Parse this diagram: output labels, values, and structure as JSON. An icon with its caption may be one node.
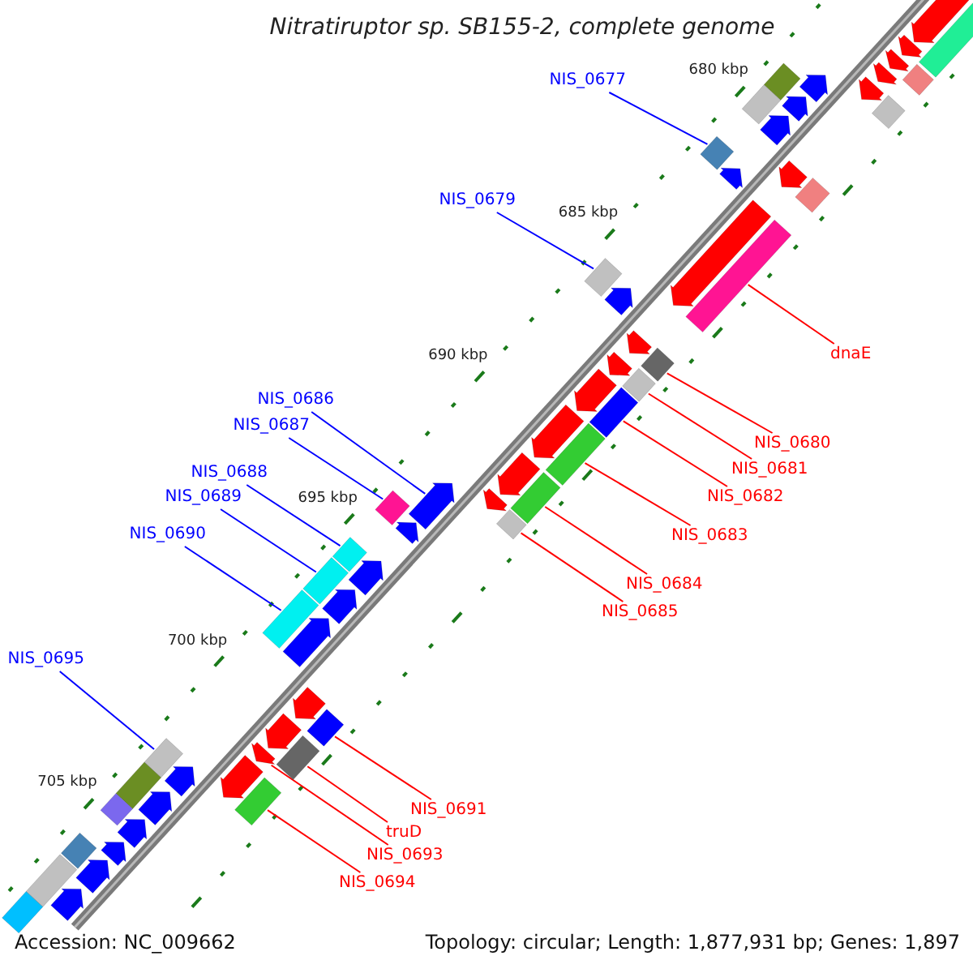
{
  "diagram": {
    "title": "Nitratiruptor sp. SB155-2, complete genome",
    "nodes": [
      {
        "text": [
          "NIS_0677"
        ]
      },
      {
        "text": [],
        "shape": "diamond"
      },
      {
        "text": [
          "NIS_0679"
        ]
      },
      {
        "text": [],
        "shape": "diamond"
      },
      {
        "text": [
          "dnaE"
        ]
      },
      {
        "text": [],
        "shape": "box"
      },
      {
        "text": [
          "NIS_0680"
        ]
      },
      {
        "text": [],
        "shape": "diamond"
      },
      {
        "text": [
          "NIS_0681"
        ]
      },
      {
        "text": [],
        "shape": "diamond"
      },
      {
        "text": [
          "NIS_0682"
        ]
      },
      {
        "text": [],
        "shape": "box"
      },
      {
        "text": [
          "NIS_0686"
        ]
      },
      {
        "text": [],
        "shape": "pentagon"
      },
      {
        "text": [
          "NIS_0687"
        ]
      },
      {
        "text": [],
        "shape": "diamond"
      },
      {
        "text": [
          "NIS_0688"
        ]
      },
      {
        "text": [],
        "shape": "diamond"
      },
      {
        "text": [
          "NIS_0689"
        ]
      },
      {
        "text": [],
        "shape": "box"
      },
      {
        "text": [
          "NIS_0683"
        ]
      },
      {
        "text": [],
        "shape": "box"
      },
      {
        "text": [
          "NIS_0690"
        ]
      },
      {
        "text": [],
        "shape": "box"
      },
      {
        "text": [
          "NIS_0684"
        ]
      },
      {
        "text": [],
        "shape": "box"
      },
      {
        "text": [
          "NIS_0685"
        ]
      },
      {
        "text": [],
        "shape": "diamond"
      },
      {
        "text": [
          "NIS_0695"
        ]
      },
      {
        "text": [],
        "shape": "diamond"
      },
      {
        "text": [
          "NIS_0691"
        ]
      },
      {
        "text": [],
        "shape": "diamond"
      },
      {
        "text": [
          "truD"
        ]
      },
      {
        "text": [],
        "shape": "box"
      },
      {
        "text": [
          "NIS_0693"
        ]
      },
      {
        "text": [],
        "shape": "pentagon"
      },
      {
        "text": [
          "NIS_0694"
        ]
      },
      {
        "text": [],
        "shape": "box"
      },
      {
        "text": [],
        "shape": "pentagon"
      },
      {
        "text": [],
        "shape": "pentagon"
      },
      {
        "text": [],
        "shape": "pentagon"
      },
      {
        "text": [],
        "shape": "pentagon"
      },
      {
        "text": [],
        "shape": "pentagon"
      },
      {
        "text": [],
        "shape": "pentagon"
      },
      {
        "text": [],
        "shape": "pentagon"
      },
      {
        "text": [],
        "shape": "pentagon"
      },
      {
        "text": [],
        "shape": "pentagon"
      },
      {
        "text": [],
        "shape": "pentagon"
      },
      {
        "text": [],
        "shape": "pentagon"
      },
      {
        "text": [],
        "shape": "pentagon"
      },
      {
        "text": [],
        "shape": "pentagon"
      },
      {
        "text": [],
        "shape": "pentagon"
      },
      {
        "text": [],
        "shape": "pentagon"
      },
      {
        "text": [],
        "shape": "diamond"
      },
      {
        "text": [],
        "shape": "diamond"
      },
      {
        "text": [],
        "shape": "box"
      },
      {
        "text": [],
        "shape": "diamond"
      },
      {
        "text": [],
        "shape": "diamond"
      },
      {
        "text": [],
        "shape": "box"
      },
      {
        "text": [],
        "shape": "box"
      },
      {
        "text": [],
        "shape": "pentagon"
      },
      {
        "text": [],
        "shape": "pentagon"
      },
      {
        "text": [],
        "shape": "pentagon"
      },
      {
        "text": [],
        "shape": "pentagon"
      },
      {
        "text": [],
        "shape": "pentagon"
      },
      {
        "text": [],
        "shape": "pentagon"
      },
      {
        "text": [],
        "shape": "pentagon"
      },
      {
        "text": [],
        "shape": "pentagon"
      },
      {
        "text": [],
        "shape": "pentagon"
      },
      {
        "text": [],
        "shape": "pentagon"
      },
      {
        "text": [],
        "shape": "pentagon"
      },
      {
        "text": [],
        "shape": "pentagon"
      },
      {
        "text": [],
        "shape": "pentagon"
      },
      {
        "text": [],
        "shape": "pentagon"
      },
      {
        "text": [],
        "shape": "pentagon"
      },
      {
        "text": [],
        "shape": "pentagon"
      },
      {
        "text": [],
        "shape": "box"
      },
      {
        "text": [],
        "shape": "diamond"
      },
      {
        "text": [],
        "shape": "diamond"
      },
      {
        "text": [],
        "shape": "diamond"
      }
    ],
    "edges": [
      {
        "from": 0,
        "to": 1,
        "arrow": "none",
        "color": "#0000ff"
      },
      {
        "from": 2,
        "to": 3,
        "arrow": "none",
        "color": "#0000ff"
      },
      {
        "from": 4,
        "to": 5,
        "arrow": "none"
      },
      {
        "from": 6,
        "to": 7,
        "arrow": "none"
      },
      {
        "from": 8,
        "to": 9,
        "arrow": "none"
      },
      {
        "from": 10,
        "to": 11,
        "arrow": "none"
      },
      {
        "from": 12,
        "to": 13,
        "arrow": "none",
        "color": "#0000ff"
      },
      {
        "from": 14,
        "to": 15,
        "arrow": "none",
        "color": "#0000ff"
      },
      {
        "from": 16,
        "to": 17,
        "arrow": "none",
        "color": "#0000ff"
      },
      {
        "from": 18,
        "to": 19,
        "arrow": "none",
        "color": "#0000ff"
      },
      {
        "from": 20,
        "to": 21,
        "arrow": "none"
      },
      {
        "from": 22,
        "to": 23,
        "arrow": "none",
        "color": "#0000ff"
      },
      {
        "from": 24,
        "to": 25,
        "arrow": "none"
      },
      {
        "from": 26,
        "to": 27,
        "arrow": "none"
      },
      {
        "from": 28,
        "to": 29,
        "arrow": "none",
        "color": "#0000ff"
      },
      {
        "from": 30,
        "to": 31,
        "arrow": "none"
      },
      {
        "from": 32,
        "to": 33,
        "arrow": "none"
      },
      {
        "from": 34,
        "to": 35,
        "arrow": "none"
      },
      {
        "from": 36,
        "to": 37,
        "arrow": "none"
      }
    ],
    "labels": [
      "680 kbp",
      "685 kbp",
      "690 kbp",
      "695 kbp",
      "700 kbp",
      "705 kbp",
      "Accession: NC_009662",
      "Topology: circular; Length: 1,877,931 bp; Genes: 1,897"
    ]
  }
}
